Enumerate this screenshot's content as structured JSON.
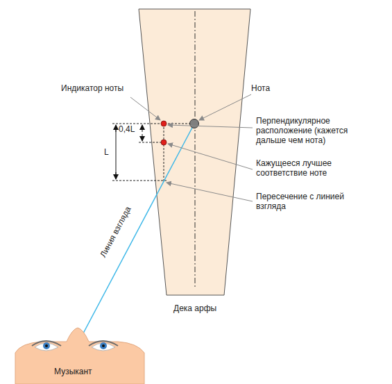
{
  "diagram": {
    "labels": [
      "Индикатор ноты",
      "Нота",
      "Перпендикулярное расположение (кажется дальше чем нота)",
      "Кажущееся лучшее соответствие ноте",
      "Пересечение с линией взгляда",
      "0,4L",
      "L",
      "Линия взгляда",
      "Дека арфы",
      "Музыкант"
    ]
  }
}
